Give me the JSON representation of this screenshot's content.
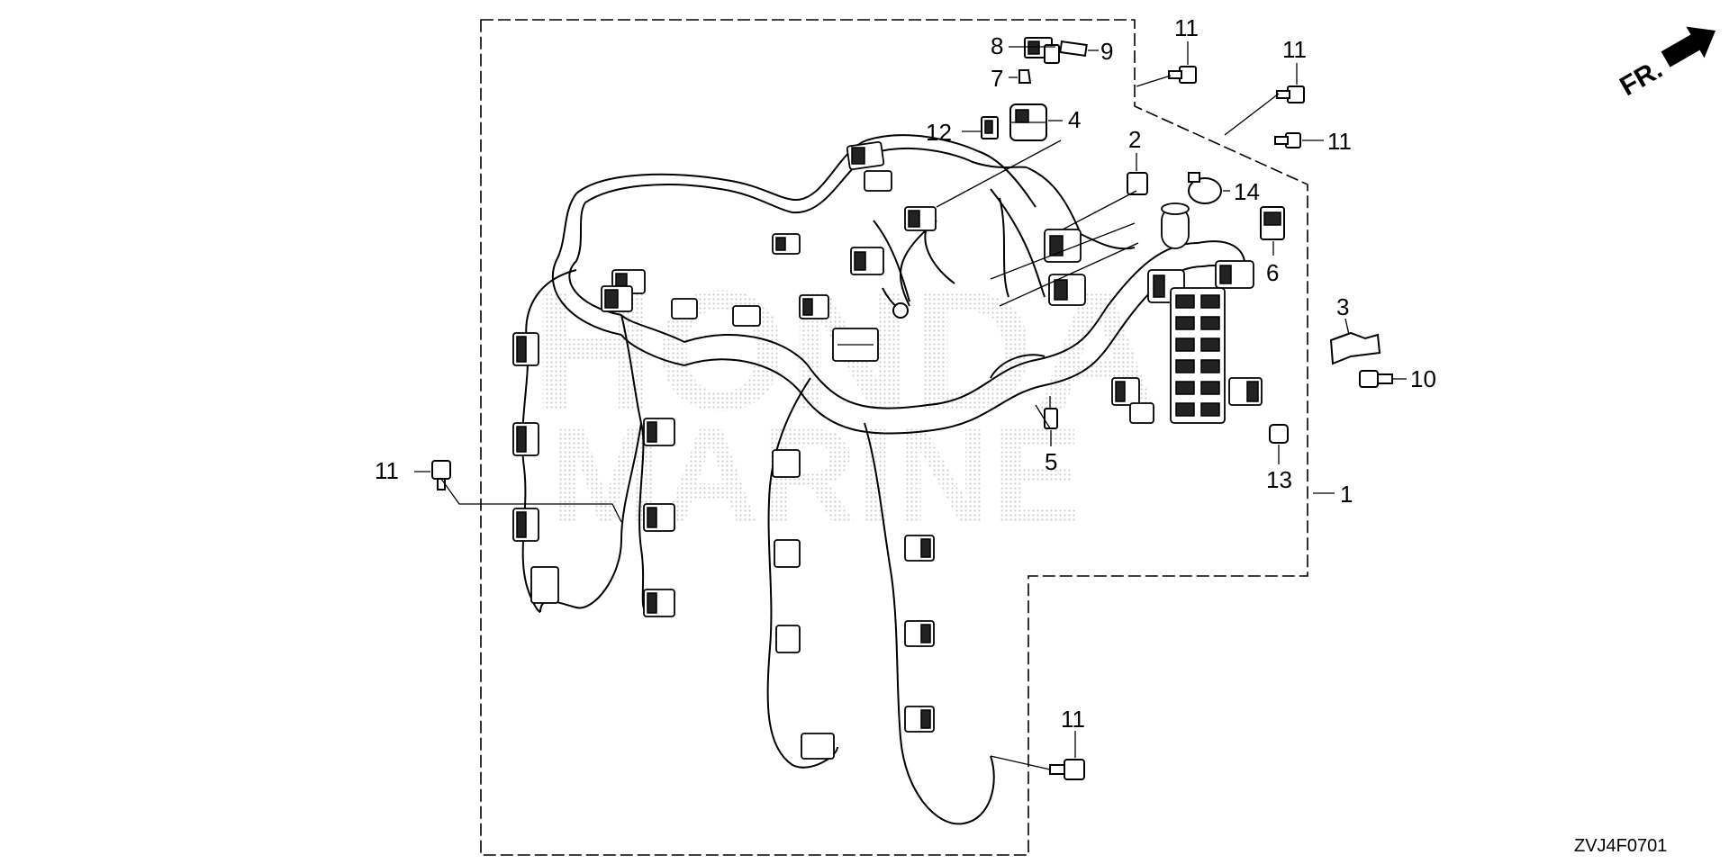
{
  "diagram": {
    "drawing_code": "ZVJ4F0701",
    "orientation_label": "FR.",
    "callouts": {
      "c1": "1",
      "c2": "2",
      "c3": "3",
      "c4": "4",
      "c5": "5",
      "c6": "6",
      "c7": "7",
      "c8": "8",
      "c9": "9",
      "c10": "10",
      "c11": "11",
      "c12": "12",
      "c13": "13",
      "c14": "14"
    }
  }
}
